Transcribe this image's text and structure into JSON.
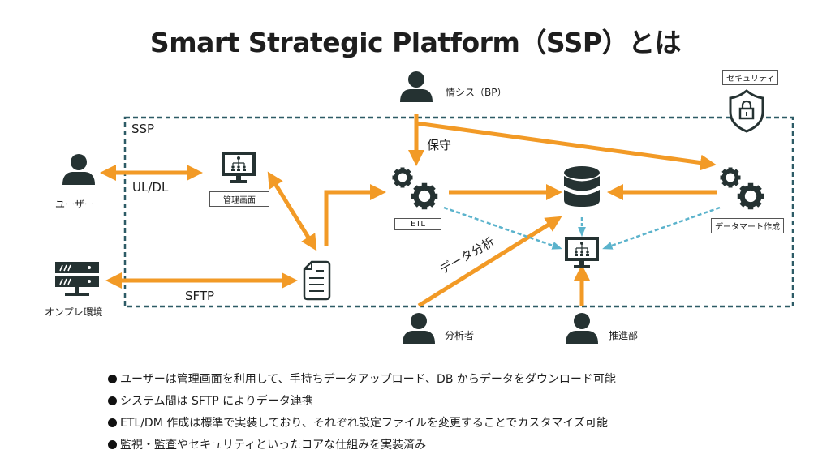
{
  "title": "Smart Strategic Platform（SSP）とは",
  "colors": {
    "arrow": "#f29a26",
    "dashed_arrow": "#5bb3cc",
    "boundary": "#2d5b66",
    "icon": "#253232"
  },
  "boundary_label": "SSP",
  "actors": {
    "user": {
      "label": "ユーザー",
      "icon": "person-icon"
    },
    "sys_admin": {
      "label": "情シス（BP）",
      "icon": "person-icon"
    },
    "analyst": {
      "label": "分析者",
      "icon": "person-icon"
    },
    "promotion": {
      "label": "推進部",
      "icon": "person-icon"
    },
    "onprem": {
      "label": "オンプレ環境",
      "icon": "server-icon"
    }
  },
  "components": {
    "admin_screen": {
      "label": "管理画面",
      "icon": "monitor-org-icon"
    },
    "file": {
      "icon": "document-icon"
    },
    "etl": {
      "label": "ETL",
      "icon": "gears-icon"
    },
    "database": {
      "icon": "database-icon"
    },
    "datamart": {
      "label": "データマート作成",
      "icon": "gears-icon"
    },
    "dashboard": {
      "icon": "monitor-org-icon"
    },
    "security": {
      "label": "セキュリティ",
      "icon": "shield-lock-icon"
    }
  },
  "edge_labels": {
    "ul_dl": "UL/DL",
    "sftp": "SFTP",
    "maintenance": "保守",
    "data_analysis": "データ分析"
  },
  "bullets": [
    "ユーザーは管理画面を利用して、手持ちデータアップロード、DB からデータをダウンロード可能",
    "システム間は SFTP によりデータ連携",
    "ETL/DM 作成は標準で実装しており、それぞれ設定ファイルを変更することでカスタマイズ可能",
    "監視・監査やセキュリティといったコアな仕組みを実装済み"
  ]
}
